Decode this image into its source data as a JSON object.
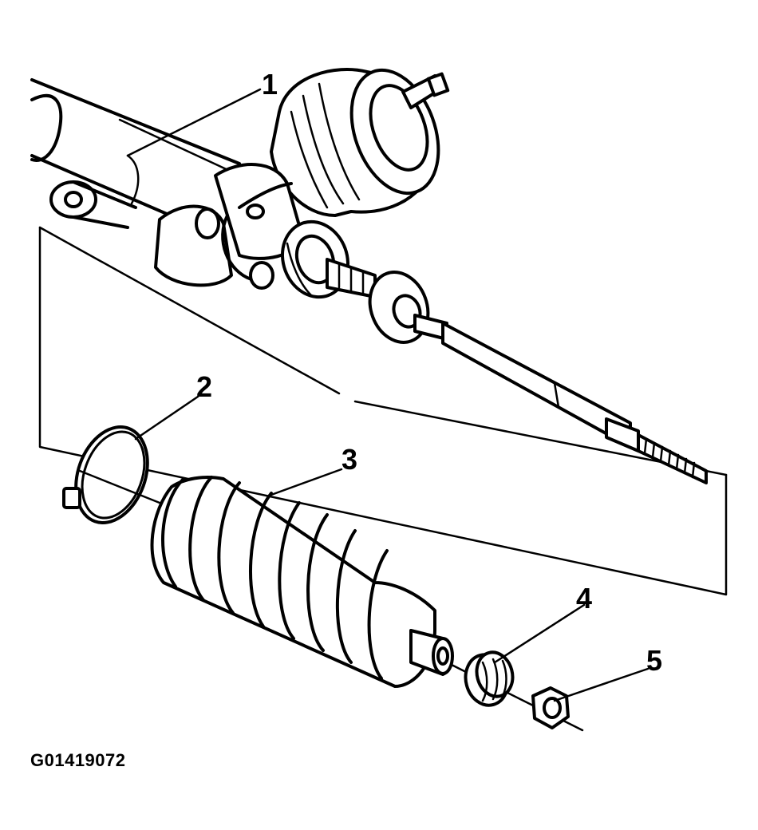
{
  "callouts": [
    {
      "id": "1",
      "label": "1"
    },
    {
      "id": "2",
      "label": "2"
    },
    {
      "id": "3",
      "label": "3"
    },
    {
      "id": "4",
      "label": "4"
    },
    {
      "id": "5",
      "label": "5"
    }
  ],
  "figure_id": "G01419072"
}
